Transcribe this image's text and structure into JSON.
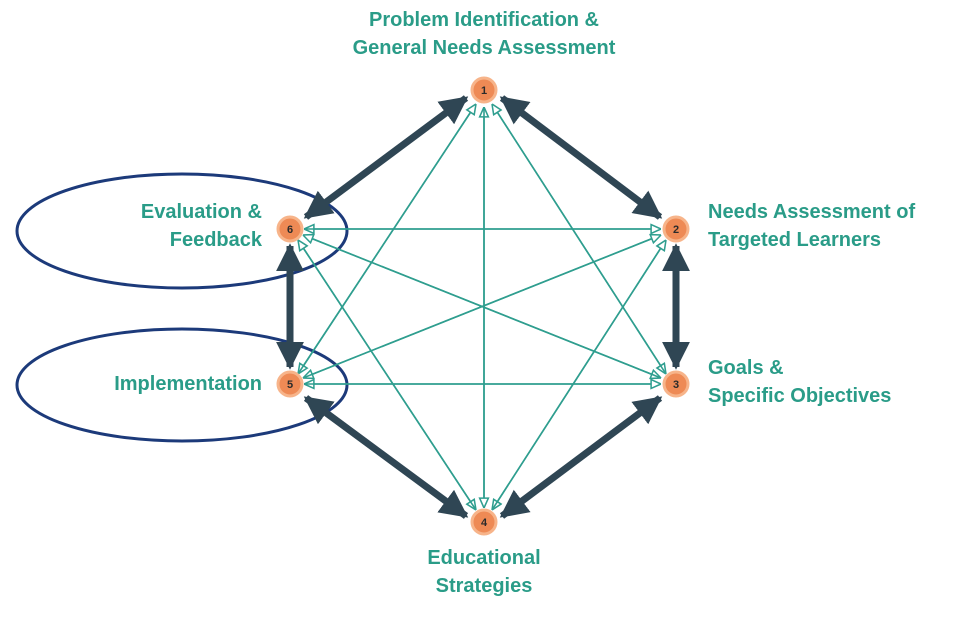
{
  "colors": {
    "label_teal": "#2a9c88",
    "thin_arrow_teal": "#2f9e8f",
    "thick_arrow_dark": "#2f4654",
    "node_fill": "#ee8a55",
    "node_stroke": "#f7b48a",
    "highlight_ellipse": "#1c3a7a"
  },
  "steps": [
    {
      "number": "1",
      "line1": "Problem Identification &",
      "line2": "General Needs Assessment"
    },
    {
      "number": "2",
      "line1": "Needs Assessment of",
      "line2": "Targeted Learners"
    },
    {
      "number": "3",
      "line1": "Goals &",
      "line2": "Specific Objectives"
    },
    {
      "number": "4",
      "line1": "Educational",
      "line2": "Strategies"
    },
    {
      "number": "5",
      "line1": "Implementation",
      "line2": ""
    },
    {
      "number": "6",
      "line1": "Evaluation &",
      "line2": "Feedback"
    }
  ],
  "highlighted_steps": [
    "5",
    "6"
  ]
}
